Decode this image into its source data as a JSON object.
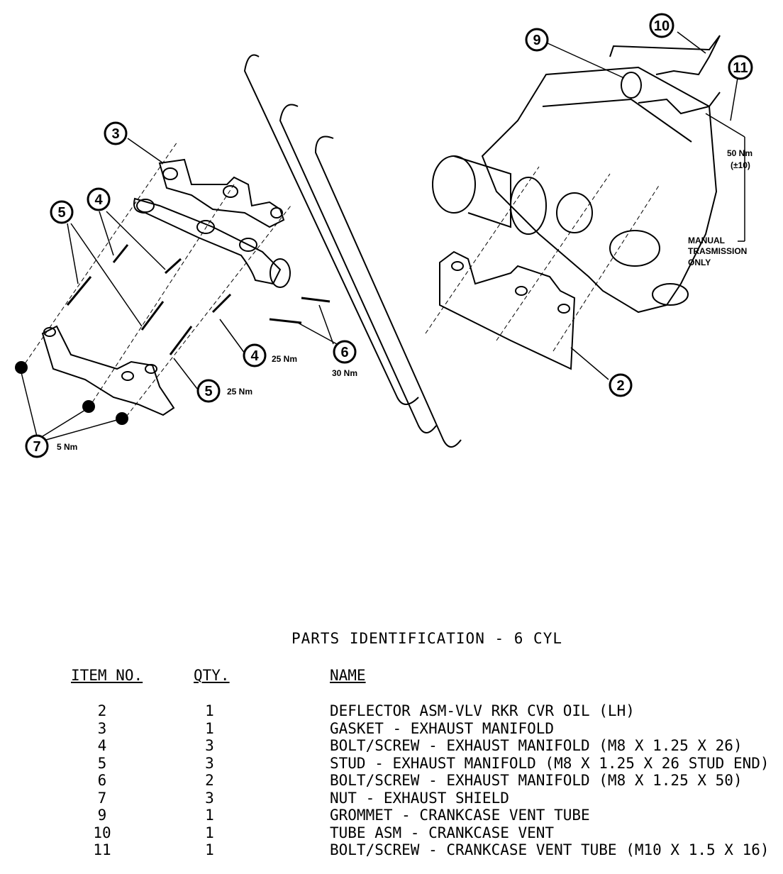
{
  "diagram": {
    "callouts": [
      {
        "num": "2"
      },
      {
        "num": "3"
      },
      {
        "num": "4"
      },
      {
        "num": "4"
      },
      {
        "num": "5"
      },
      {
        "num": "5"
      },
      {
        "num": "6"
      },
      {
        "num": "7"
      },
      {
        "num": "9"
      },
      {
        "num": "10"
      },
      {
        "num": "11"
      }
    ],
    "torques": {
      "item4": "25 Nm",
      "item5": "25 Nm",
      "item6": "30 Nm",
      "item7": "5 Nm",
      "item11_line1": "50 Nm",
      "item11_line2": "(±10)"
    },
    "note_lines": [
      "MANUAL",
      "TRASMISSION",
      "ONLY"
    ]
  },
  "table": {
    "title": "PARTS IDENTIFICATION - 6 CYL",
    "headers": {
      "item": "ITEM NO.",
      "qty": "QTY.",
      "name": "NAME"
    },
    "rows": [
      {
        "item": "2",
        "qty": "1",
        "name": "DEFLECTOR ASM-VLV RKR CVR OIL (LH)"
      },
      {
        "item": "3",
        "qty": "1",
        "name": "GASKET - EXHAUST MANIFOLD"
      },
      {
        "item": "4",
        "qty": "3",
        "name": "BOLT/SCREW - EXHAUST MANIFOLD (M8 X 1.25 X 26)"
      },
      {
        "item": "5",
        "qty": "3",
        "name": "STUD - EXHAUST MANIFOLD (M8 X 1.25 X 26 STUD END)"
      },
      {
        "item": "6",
        "qty": "2",
        "name": "BOLT/SCREW - EXHAUST MANIFOLD (M8 X 1.25 X 50)"
      },
      {
        "item": "7",
        "qty": "3",
        "name": "NUT - EXHAUST SHIELD"
      },
      {
        "item": "9",
        "qty": "1",
        "name": "GROMMET - CRANKCASE VENT TUBE"
      },
      {
        "item": "10",
        "qty": "1",
        "name": "TUBE ASM - CRANKCASE VENT"
      },
      {
        "item": "11",
        "qty": "1",
        "name": "BOLT/SCREW - CRANKCASE VENT TUBE (M10 X 1.5 X 16)"
      }
    ]
  }
}
